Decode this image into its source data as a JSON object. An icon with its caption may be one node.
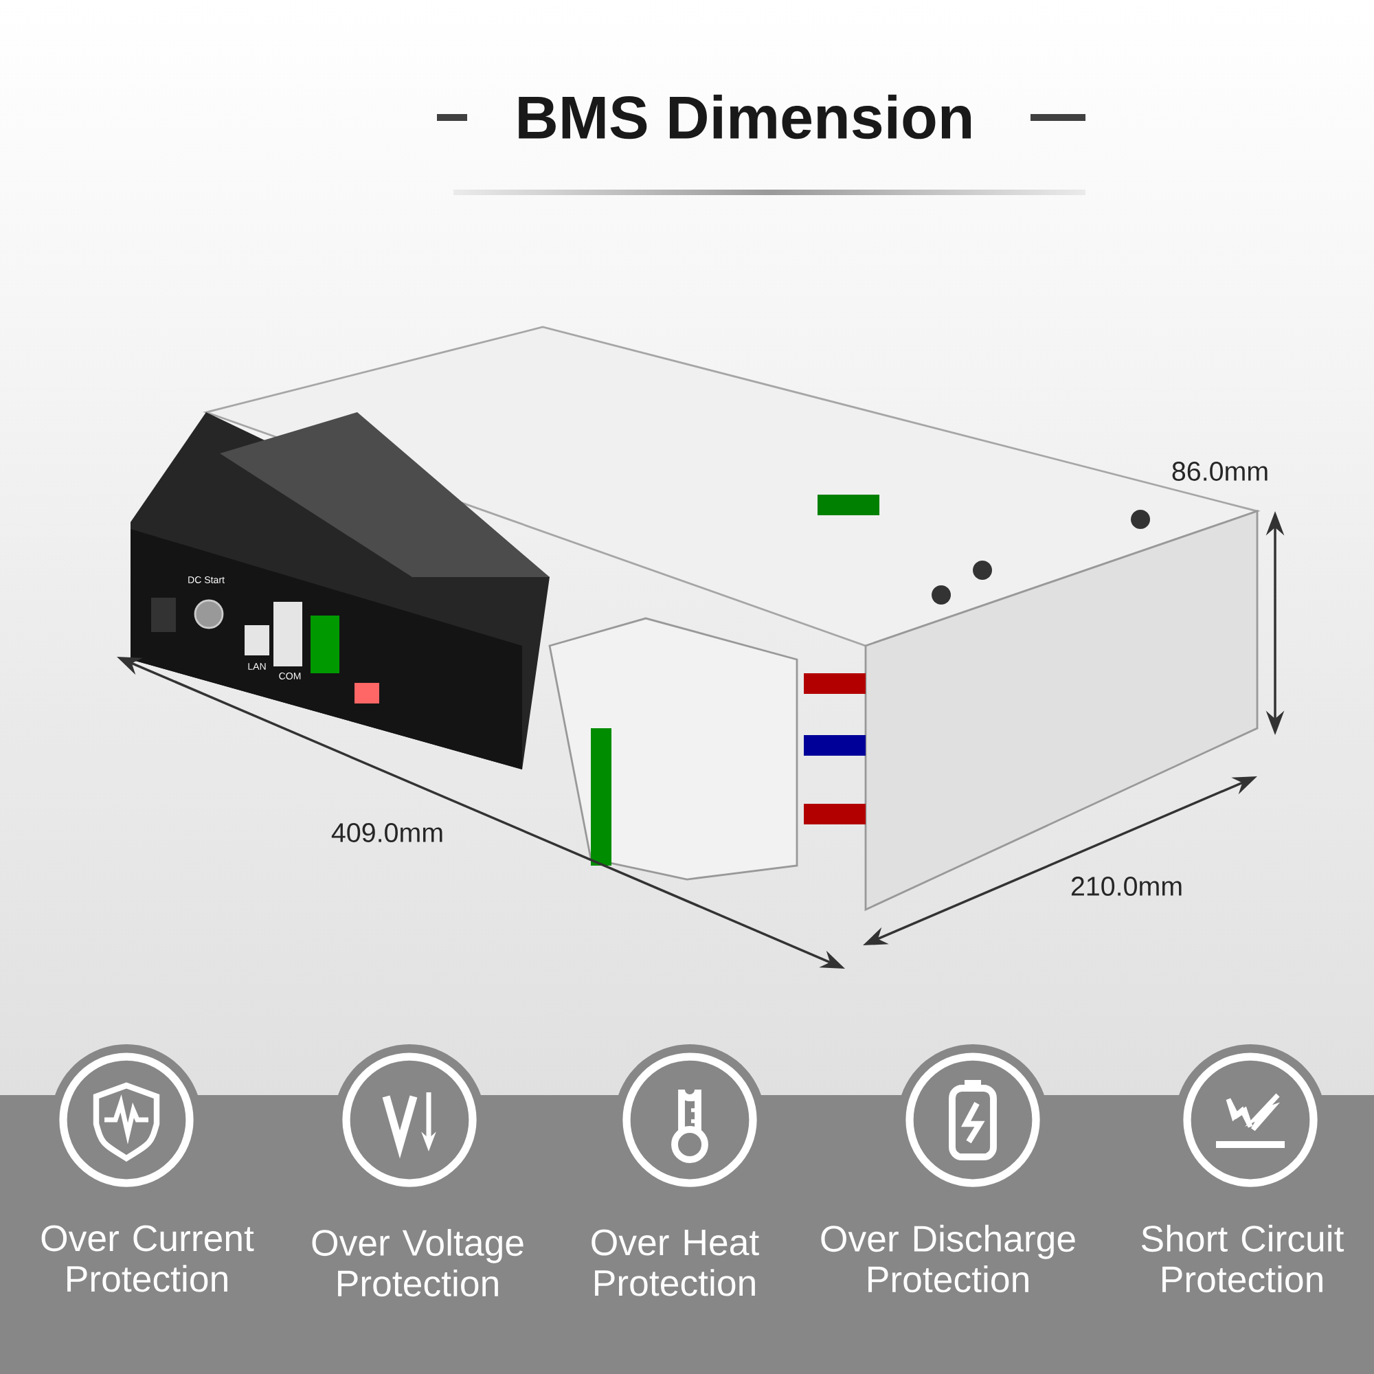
{
  "diagram": {
    "title": "BMS Dimension",
    "labels": [
      "86.0mm",
      "409.0mm",
      "210.0mm",
      "DC Start",
      "LAN",
      "COM",
      "Over Current Protection",
      "Over Voltage Protection",
      "Over Heat Protection",
      "Over Discharge Protection",
      "Short Circuit Protection"
    ]
  }
}
